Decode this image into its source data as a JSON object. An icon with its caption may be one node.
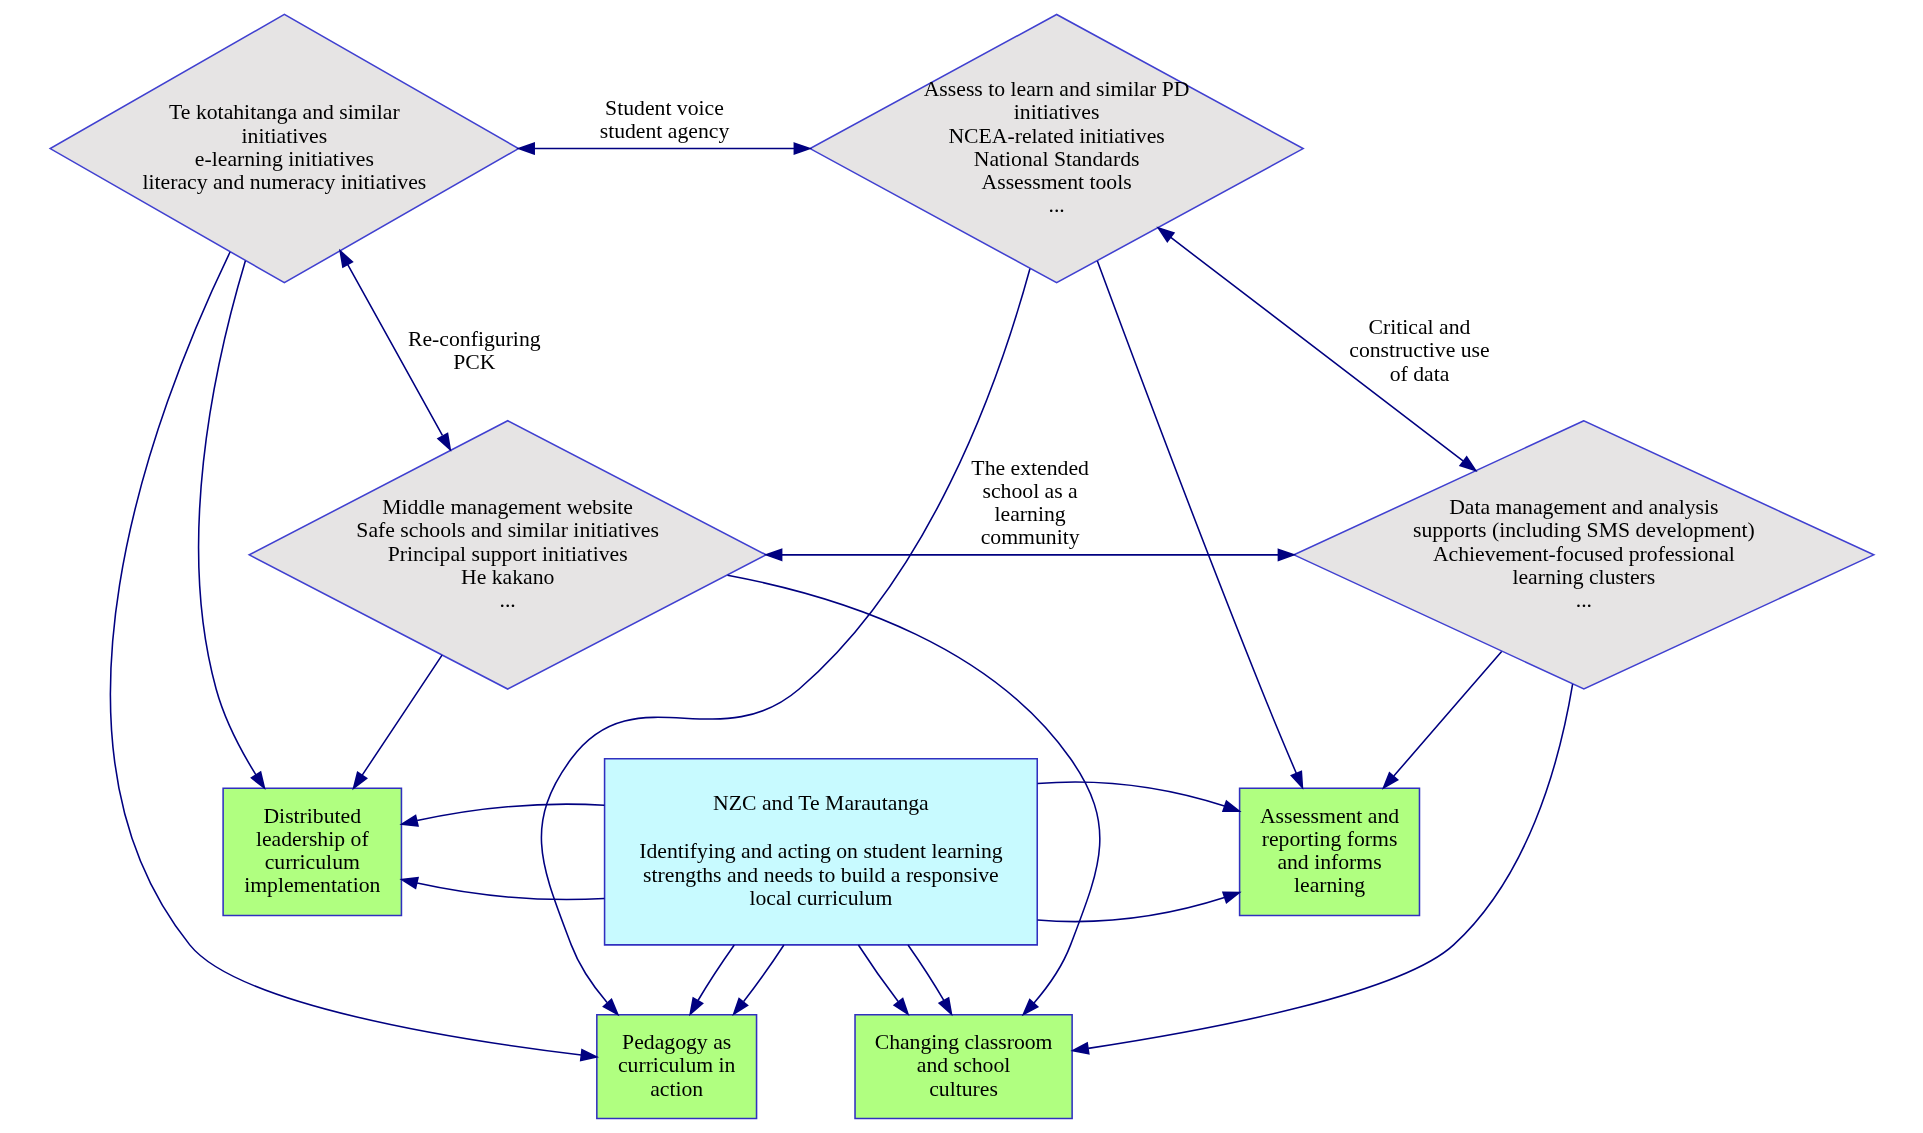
{
  "diagram": {
    "nodes": [
      {
        "text": [
          "Te kotahitanga and similar initiatives",
          "e-learning initiatives",
          "literacy and numeracy initiatives"
        ]
      },
      {
        "text": [
          "Pedagogy as curriculum in action"
        ]
      },
      {
        "text": [
          "Assess to learn and similar PD initiatives",
          "NCEA-related initiatives",
          "National Standards",
          "Assessment tools",
          "..."
        ]
      },
      {
        "text": [
          "Distributed leadership of curriculum implementation"
        ]
      },
      {
        "text": [
          "NZC and Te Marautanga",
          "Identifying and acting on student learning strengths and needs to build a responsive local curriculum"
        ]
      },
      {
        "text": [
          "Assessment and reporting forms and informs learning"
        ]
      },
      {
        "text": [
          "Changing classroom and school cultures"
        ]
      },
      {
        "text": [
          "Middle management website",
          "Safe schools and similar initiatives",
          "Principal support initiatives",
          "He kakano",
          "..."
        ]
      },
      {
        "text": [
          "Data management and analysis supports (including SMS development)",
          "Achievement-focused professional learning clusters",
          "..."
        ]
      }
    ],
    "edges": [
      {
        "from": 0,
        "to": 2,
        "arrow": "both",
        "label": "Student voice student agency"
      },
      {
        "from": 0,
        "to": 7,
        "arrow": "both",
        "label": "Re-configuring PCK"
      },
      {
        "from": 2,
        "to": 8,
        "arrow": "both",
        "label": "Critical and constructive use of data"
      },
      {
        "from": 7,
        "to": 8,
        "arrow": "both",
        "label": "The extended school as a learning community"
      },
      {
        "from": 0,
        "to": 1,
        "arrow": "to"
      },
      {
        "from": 2,
        "to": 1,
        "arrow": "to"
      },
      {
        "from": 0,
        "to": 3,
        "arrow": "to"
      },
      {
        "from": 2,
        "to": 5,
        "arrow": "to"
      },
      {
        "from": 4,
        "to": 1,
        "arrow": "to"
      },
      {
        "from": 4,
        "to": 1,
        "arrow": "to"
      },
      {
        "from": 4,
        "to": 3,
        "arrow": "to"
      },
      {
        "from": 4,
        "to": 3,
        "arrow": "to"
      },
      {
        "from": 4,
        "to": 5,
        "arrow": "to"
      },
      {
        "from": 4,
        "to": 5,
        "arrow": "to"
      },
      {
        "from": 4,
        "to": 6,
        "arrow": "to"
      },
      {
        "from": 4,
        "to": 6,
        "arrow": "to"
      },
      {
        "from": 7,
        "to": 3,
        "arrow": "to"
      },
      {
        "from": 7,
        "to": 6,
        "arrow": "to"
      },
      {
        "from": 8,
        "to": 5,
        "arrow": "to"
      },
      {
        "from": 8,
        "to": 6,
        "arrow": "to"
      }
    ]
  }
}
